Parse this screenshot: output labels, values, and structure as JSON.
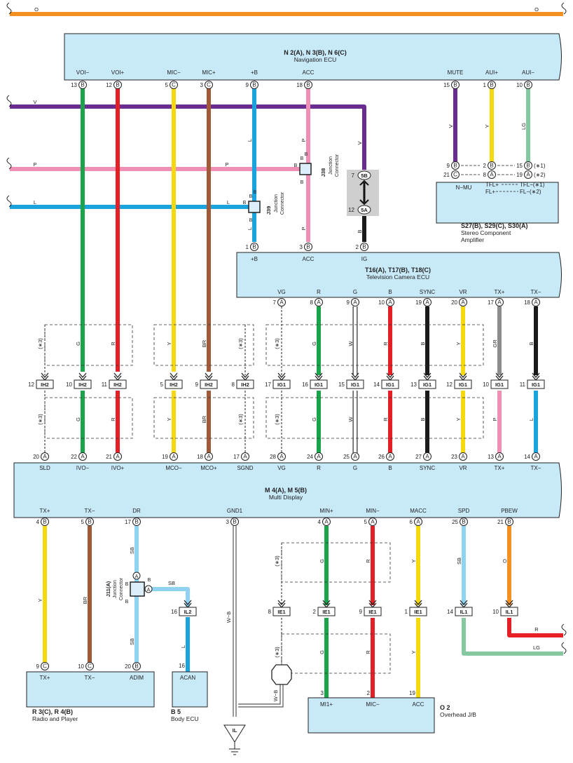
{
  "colors": {
    "V": "#6a2c91",
    "G": "#1aa34a",
    "R": "#e41f26",
    "L": "#1ba3dd",
    "P": "#ef8fb5",
    "BR": "#a05a3a",
    "Y": "#f5d90e",
    "W": "#ffffff",
    "B": "#1a1a1a",
    "GR": "#8c8c8c",
    "SB": "#8ed3f2",
    "O": "#f29122",
    "LG": "#86c9a0",
    "W-B": "#555555",
    "box": "#c8e9f8"
  },
  "top_wire": {
    "label_left": "O",
    "label_right": "O"
  },
  "left_wires": {
    "v": "V",
    "p": "P",
    "l": "L"
  },
  "nav_ecu": {
    "title": "N 2(A), N 3(B), N 6(C)",
    "name": "Navigation ECU",
    "pins": [
      {
        "label": "VOI−",
        "num": "13",
        "conn": "B"
      },
      {
        "label": "VOI+",
        "num": "12",
        "conn": "B"
      },
      {
        "label": "MIC−",
        "num": "5",
        "conn": "C"
      },
      {
        "label": "MIC+",
        "num": "3",
        "conn": "C"
      },
      {
        "label": "+B",
        "num": "9",
        "conn": "B"
      },
      {
        "label": "ACC",
        "num": "18",
        "conn": "B"
      },
      {
        "label": "MUTE",
        "num": "15",
        "conn": "B"
      },
      {
        "label": "AUI+",
        "num": "1",
        "conn": "B"
      },
      {
        "label": "AUI−",
        "num": "10",
        "conn": "B"
      }
    ]
  },
  "j38": {
    "id": "J38",
    "name1": "Junction",
    "name2": "Connector",
    "pins": [
      "B",
      "B",
      "B",
      "B"
    ]
  },
  "j39": {
    "id": "J39",
    "name1": "Junction",
    "name2": "Connector",
    "pins": [
      "B",
      "B",
      "B",
      "B"
    ]
  },
  "j11": {
    "id": "J11(A)",
    "name1": "Junction",
    "name2": "Connector",
    "pins": [
      "B",
      "A",
      "B",
      "A",
      "B"
    ]
  },
  "ig_conn": {
    "top_num": "7",
    "top_code": "5B",
    "bot_num": "12",
    "bot_code": "5A"
  },
  "stereo": {
    "title": "S27(B), S29(C), S30(A)",
    "name1": "Stereo Component",
    "name2": "Amplifier",
    "row1": {
      "a_num": "9",
      "a_conn": "B",
      "b_num": "2",
      "b_conn": "B",
      "c_num": "15",
      "c_conn": "B",
      "note": "(∗1)"
    },
    "row2": {
      "a_num": "21",
      "a_conn": "C",
      "b_num": "8",
      "b_conn": "A",
      "c_num": "19",
      "c_conn": "A",
      "note": "(∗2)"
    },
    "lbl_nmu": "N−MU",
    "lbl_tflp": "TFL+",
    "lbl_tflm": "TFL−(∗1)",
    "lbl_flp": "FL+",
    "lbl_flm": "FL−(∗2)"
  },
  "tv_ecu": {
    "title": "T16(A), T17(B), T18(C)",
    "name": "Television Camera ECU",
    "top_pins": [
      {
        "label": "+B",
        "num": "1",
        "conn": "B"
      },
      {
        "label": "ACC",
        "num": "3",
        "conn": "B"
      },
      {
        "label": "IG",
        "num": "2",
        "conn": "B"
      }
    ],
    "bottom_pins": [
      {
        "label": "VG",
        "num": "7",
        "conn": "A"
      },
      {
        "label": "R",
        "num": "8",
        "conn": "A"
      },
      {
        "label": "G",
        "num": "9",
        "conn": "A"
      },
      {
        "label": "B",
        "num": "10",
        "conn": "A"
      },
      {
        "label": "SYNC",
        "num": "19",
        "conn": "A"
      },
      {
        "label": "VR",
        "num": "20",
        "conn": "A"
      },
      {
        "label": "TX+",
        "num": "17",
        "conn": "A"
      },
      {
        "label": "TX−",
        "num": "18",
        "conn": "A"
      }
    ]
  },
  "shield_note": "(∗3)",
  "ih2": [
    {
      "num": "12",
      "code": "IH2"
    },
    {
      "num": "10",
      "code": "IH2"
    },
    {
      "num": "11",
      "code": "IH2"
    },
    {
      "num": "5",
      "code": "IH2"
    },
    {
      "num": "9",
      "code": "IH2"
    },
    {
      "num": "8",
      "code": "IH2"
    }
  ],
  "ig1": [
    {
      "num": "17",
      "code": "IG1"
    },
    {
      "num": "16",
      "code": "IG1"
    },
    {
      "num": "15",
      "code": "IG1"
    },
    {
      "num": "14",
      "code": "IG1"
    },
    {
      "num": "13",
      "code": "IG1"
    },
    {
      "num": "12",
      "code": "IG1"
    },
    {
      "num": "10",
      "code": "IG1"
    },
    {
      "num": "11",
      "code": "IG1"
    }
  ],
  "multi": {
    "title": "M 4(A), M 5(B)",
    "name": "Multi Display",
    "top_pins": [
      {
        "label": "SLD",
        "num": "20",
        "conn": "A"
      },
      {
        "label": "IVO−",
        "num": "22",
        "conn": "A"
      },
      {
        "label": "IVO+",
        "num": "21",
        "conn": "A"
      },
      {
        "label": "MCO−",
        "num": "19",
        "conn": "A"
      },
      {
        "label": "MCO+",
        "num": "18",
        "conn": "A"
      },
      {
        "label": "SGND",
        "num": "17",
        "conn": "A"
      },
      {
        "label": "VG",
        "num": "28",
        "conn": "A"
      },
      {
        "label": "R",
        "num": "24",
        "conn": "A"
      },
      {
        "label": "G",
        "num": "25",
        "conn": "A"
      },
      {
        "label": "B",
        "num": "26",
        "conn": "A"
      },
      {
        "label": "SYNC",
        "num": "27",
        "conn": "A"
      },
      {
        "label": "VR",
        "num": "23",
        "conn": "A"
      },
      {
        "label": "TX+",
        "num": "13",
        "conn": "A"
      },
      {
        "label": "TX−",
        "num": "14",
        "conn": "A"
      }
    ],
    "bottom_pins": [
      {
        "label": "TX+",
        "num": "4",
        "conn": "B"
      },
      {
        "label": "TX−",
        "num": "5",
        "conn": "B"
      },
      {
        "label": "DR",
        "num": "17",
        "conn": "B"
      },
      {
        "label": "GND1",
        "num": "3",
        "conn": "B"
      },
      {
        "label": "MIN+",
        "num": "4",
        "conn": "A"
      },
      {
        "label": "MIN−",
        "num": "5",
        "conn": "A"
      },
      {
        "label": "MACC",
        "num": "6",
        "conn": "A"
      },
      {
        "label": "SPD",
        "num": "25",
        "conn": "B"
      },
      {
        "label": "PBEW",
        "num": "21",
        "conn": "B"
      }
    ]
  },
  "il2": {
    "num": "16",
    "code": "IL2"
  },
  "ie1": [
    {
      "num": "8",
      "code": "IE1"
    },
    {
      "num": "2",
      "code": "IE1"
    },
    {
      "num": "9",
      "code": "IE1"
    },
    {
      "num": "1",
      "code": "IE1"
    }
  ],
  "il1": [
    {
      "num": "14",
      "code": "IL1"
    },
    {
      "num": "10",
      "code": "IL1"
    }
  ],
  "right_wires": {
    "r": "R",
    "lg": "LG"
  },
  "radio": {
    "title": "R 3(C), R 4(B)",
    "name": "Radio and Player",
    "pins": [
      {
        "label": "TX+",
        "num": "9",
        "conn": "C"
      },
      {
        "label": "TX−",
        "num": "10",
        "conn": "C"
      },
      {
        "label": "ADIM",
        "num": "20",
        "conn": "B"
      }
    ]
  },
  "body_ecu": {
    "title": "B 5",
    "name": "Body ECU",
    "pin_label": "ACAN",
    "pin_num": "16"
  },
  "overhead": {
    "title": "O 2",
    "name": "Overhead J/B",
    "pins": [
      {
        "label": "MI1+",
        "num": "3"
      },
      {
        "label": "MIC−",
        "num": "2"
      },
      {
        "label": "ACC",
        "num": "19"
      }
    ]
  },
  "ground": {
    "label": "IL"
  },
  "wire_labels": {
    "voi_m": "G",
    "voi_p": "R",
    "mic_m": "Y",
    "mic_p": "BR",
    "pb": "L",
    "acc": "P",
    "ig": "B",
    "mute": "V",
    "auip": "Y",
    "auim": "LG",
    "vg": "(∗3)",
    "r": "G",
    "g": "W",
    "b": "R",
    "sync": "B",
    "vr": "Y",
    "txp": "GR",
    "txm": "B",
    "txp_low": "P",
    "txm_low": "L",
    "ivo_m": "G",
    "ivo_p": "R",
    "mco_m": "Y",
    "mco_p": "BR",
    "r_txp": "Y",
    "r_txm": "BR",
    "dr": "SB",
    "dr_low": "SB",
    "dr_side": "SB",
    "acan": "L",
    "gnd": "W−B",
    "gnd_low": "W−B",
    "minp": "G",
    "minm": "R",
    "macc": "Y",
    "spd": "SB",
    "pbew": "O",
    "minp_low": "G",
    "minm_low": "R",
    "macc_low": "Y"
  }
}
